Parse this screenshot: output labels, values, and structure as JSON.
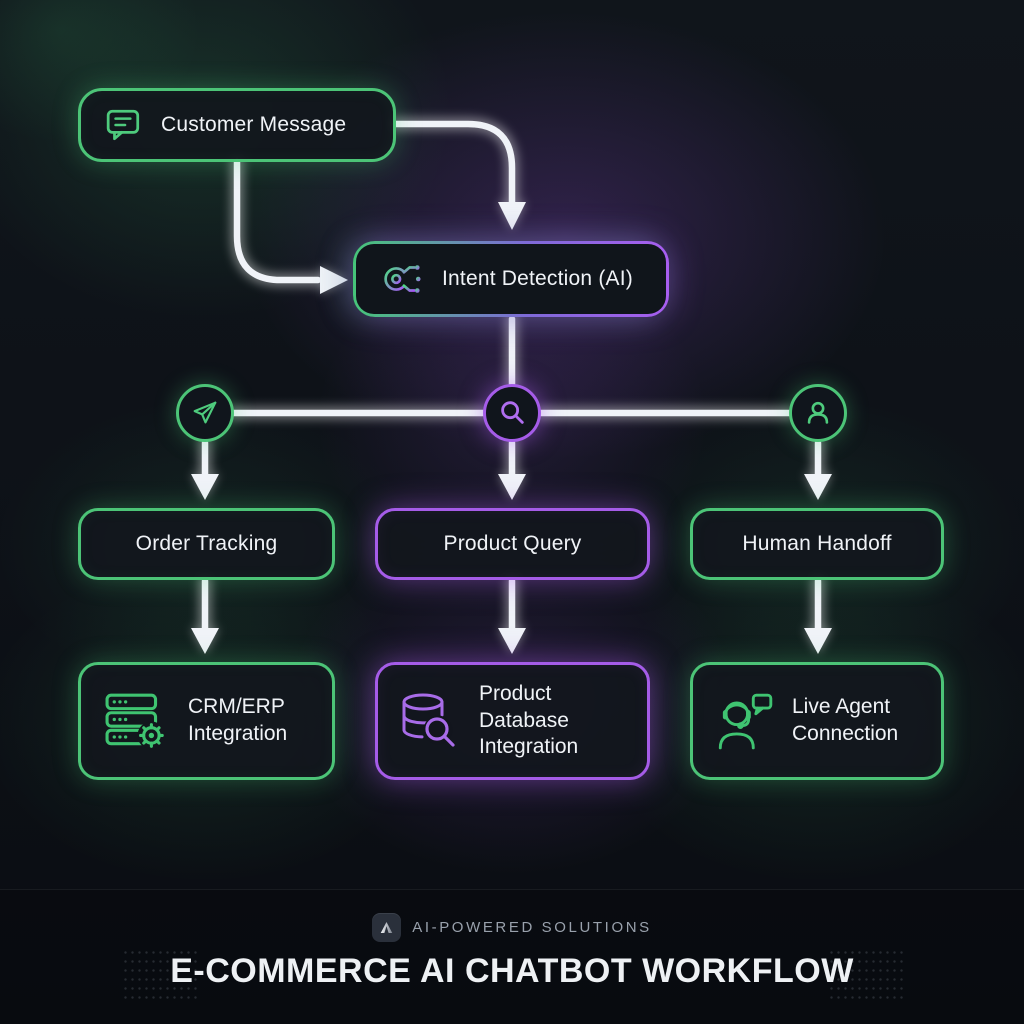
{
  "theme": {
    "background": "#0d1117",
    "green_accent": "#4cc477",
    "purple_accent": "#a55ce8",
    "connector_color": "#f0f3f8",
    "text_color": "#f0f3f7",
    "muted_text_color": "#99a1ac"
  },
  "flow": {
    "customer_message": {
      "label": "Customer Message"
    },
    "intent_detection": {
      "label": "Intent Detection (AI)"
    },
    "branches": [
      {
        "icon": "send-icon",
        "step": "Order Tracking",
        "integration": "CRM/ERP Integration",
        "accent": "green"
      },
      {
        "icon": "search-icon",
        "step": "Product Query",
        "integration": "Product Database Integration",
        "accent": "purple"
      },
      {
        "icon": "user-icon",
        "step": "Human Handoff",
        "integration": "Live Agent Connection",
        "accent": "green"
      }
    ]
  },
  "footer": {
    "brand": "AI-POWERED SOLUTIONS",
    "title": "E-COMMERCE AI CHATBOT WORKFLOW"
  }
}
